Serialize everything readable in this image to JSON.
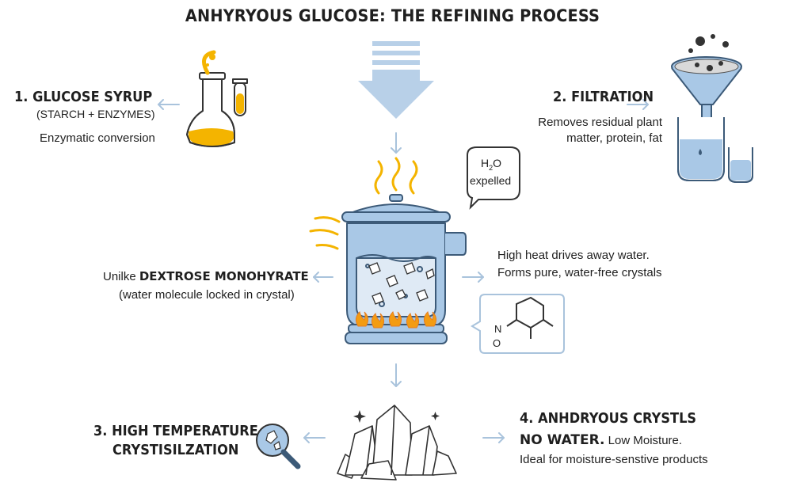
{
  "title": "ANHYRYOUS GLUCOSE: THE REFINING PROCESS",
  "step1": {
    "title": "1. GLUCOSE SYRUP",
    "subtitle": "(STARCH + ENZYMES)",
    "desc": "Enzymatic conversion"
  },
  "step2": {
    "title": "2. FILTRATION",
    "desc_line1": "Removes residual plant",
    "desc_line2": "matter, protein, fat"
  },
  "bubble": {
    "h2o_h": "H",
    "h2o_sub": "2",
    "h2o_o": "O",
    "expelled": "expelled"
  },
  "left_note": {
    "prefix": "Unilke ",
    "highlight": "DEXTROSE MONOHYRATE",
    "line2": "(water molecule locked in crystal)"
  },
  "right_note": {
    "line1": "High heat drives away water.",
    "line2": "Forms pure, water-free crystals"
  },
  "structure": {
    "n_label": "N",
    "o_label": "O"
  },
  "step3": {
    "title_line1": "3. HIGH TEMPERATURE",
    "title_line2": "CRYSTISILZATION"
  },
  "step4": {
    "title_line1": "4. ANHDRYOUS CRYSTLS",
    "title_line2_bold": "NO WATER.",
    "title_line2_rest": " Low Moisture.",
    "desc": "Ideal for moisture-senstive products"
  },
  "colors": {
    "blue": "#a9c8e6",
    "blue_dark": "#3c5a78",
    "amber": "#f4b400",
    "flame": "#f39c12",
    "arrow": "#b8d0e8"
  }
}
